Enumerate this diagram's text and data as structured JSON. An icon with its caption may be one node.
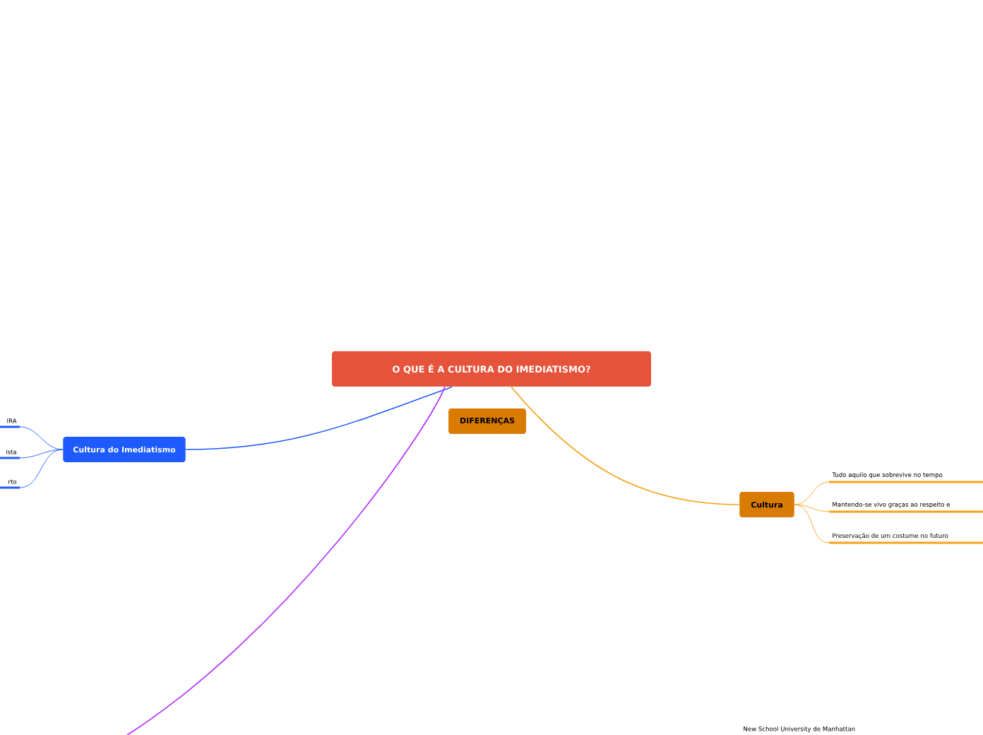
{
  "diagram": {
    "nodes": [
      {
        "text": [
          "O QUE É A CULTURA DO   IMEDIATISMO?"
        ]
      },
      {
        "text": [
          "DIFERENÇAS"
        ]
      },
      {
        "text": [
          "Cultura do Imediatismo"
        ]
      },
      {
        "text": [
          "IRA"
        ]
      },
      {
        "text": [
          "ista"
        ]
      },
      {
        "text": [
          "rto"
        ]
      },
      {
        "text": [
          "Cultura"
        ]
      },
      {
        "text": [
          "Tudo aquilo que sobrevive no tempo"
        ]
      },
      {
        "text": [
          "Mantendo-se vivo graças ao respeito e"
        ]
      },
      {
        "text": [
          "Preservação de um costume no futuro"
        ]
      }
    ],
    "edges": [
      {
        "from": 0,
        "to": 2,
        "arrow": "none",
        "color": "#1e5bff"
      },
      {
        "from": 0,
        "to": 6,
        "arrow": "none",
        "color": "#f7a21b"
      },
      {
        "from": 0,
        "to": null,
        "arrow": "none",
        "color": "#b02bff"
      },
      {
        "from": 2,
        "to": 3,
        "arrow": "none",
        "color": "#1e5bff"
      },
      {
        "from": 2,
        "to": 4,
        "arrow": "none",
        "color": "#1e5bff"
      },
      {
        "from": 2,
        "to": 5,
        "arrow": "none",
        "color": "#1e5bff"
      },
      {
        "from": 6,
        "to": 7,
        "arrow": "none",
        "color": "#f7a21b"
      },
      {
        "from": 6,
        "to": 8,
        "arrow": "none",
        "color": "#f7a21b"
      },
      {
        "from": 6,
        "to": 9,
        "arrow": "none",
        "color": "#f7a21b"
      }
    ],
    "labels": [
      "New School University de Manhattan"
    ]
  }
}
